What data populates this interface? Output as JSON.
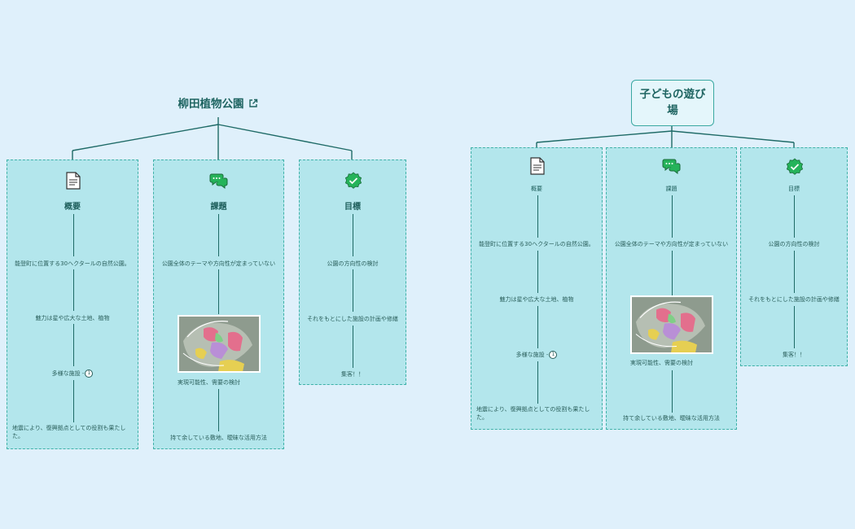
{
  "colors": {
    "background": "#dff0fb",
    "column_fill": "#b3e6ec",
    "column_border": "#3fb1a8",
    "connector": "#1e6a66",
    "title_text": "#1e6461",
    "icon_green": "#25b35a"
  },
  "diagrams": [
    {
      "title": "柳田植物公園",
      "title_icon": "external-link-icon",
      "columns": [
        {
          "icon": "document-icon",
          "title": "概要",
          "items": [
            {
              "text": "能登町に位置する30ヘクタールの自然公園。"
            },
            {
              "text": "魅力は星や広大な土地、植物"
            },
            {
              "text": "多様な施設",
              "badge": "1"
            },
            {
              "text": "地震により、復興拠点としての役割も果たした。"
            }
          ]
        },
        {
          "icon": "chat-bubbles-icon",
          "title": "課題",
          "items": [
            {
              "text": "公園全体のテーマや方向性が定まっていない"
            },
            {
              "text": "実現可能性、需要の検討",
              "has_image": true,
              "image": "park-map-thumbnail"
            },
            {
              "text": "持て余している敷地、曖昧な活用方法"
            }
          ]
        },
        {
          "icon": "verified-badge-icon",
          "title": "目標",
          "items": [
            {
              "text": "公園の方向性の検討"
            },
            {
              "text": "それをもとにした施設の計画や修繕"
            },
            {
              "text": "集客！！"
            }
          ]
        }
      ]
    },
    {
      "title": "子どもの遊び場",
      "columns": [
        {
          "icon": "document-icon",
          "title": "概要",
          "items": [
            {
              "text": "能登町に位置する30ヘクタールの自然公園。"
            },
            {
              "text": "魅力は星や広大な土地、植物"
            },
            {
              "text": "多様な施設",
              "badge": "1"
            },
            {
              "text": "地震により、復興拠点としての役割も果たした。"
            }
          ]
        },
        {
          "icon": "chat-bubbles-icon",
          "title": "課題",
          "items": [
            {
              "text": "公園全体のテーマや方向性が定まっていない"
            },
            {
              "text": "実現可能性、需要の検討",
              "has_image": true,
              "image": "park-map-thumbnail"
            },
            {
              "text": "持て余している敷地、曖昧な活用方法"
            }
          ]
        },
        {
          "icon": "verified-badge-icon",
          "title": "目標",
          "items": [
            {
              "text": "公園の方向性の検討"
            },
            {
              "text": "それをもとにした施設の計画や修繕"
            },
            {
              "text": "集客！！"
            }
          ]
        }
      ]
    }
  ]
}
